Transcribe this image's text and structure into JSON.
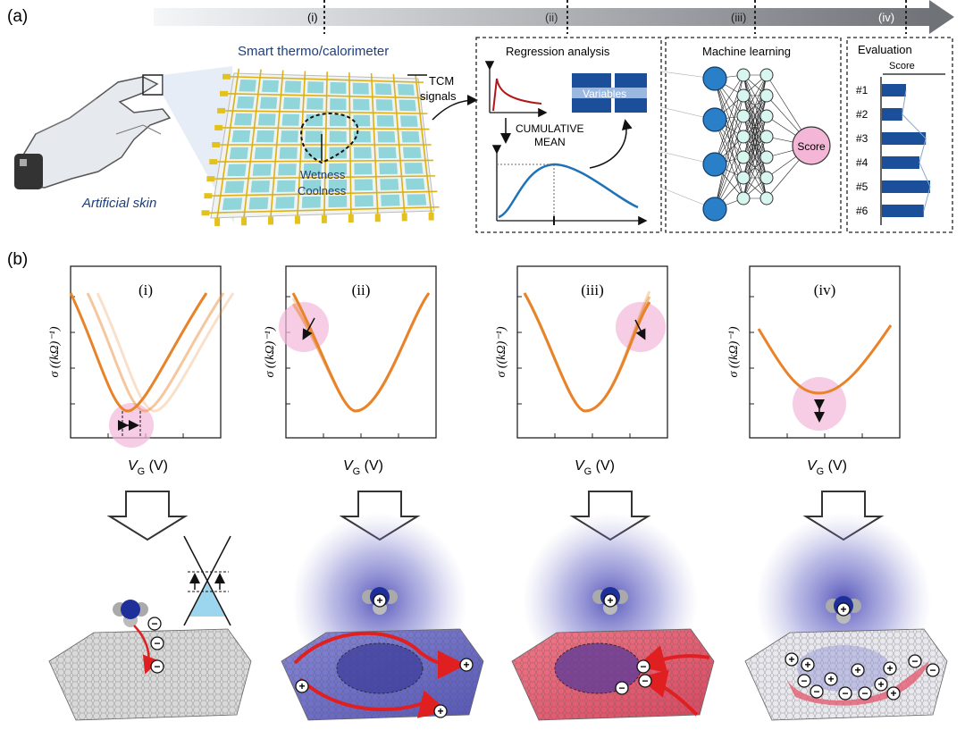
{
  "panel_a": {
    "label": "(a)",
    "stages": [
      "(i)",
      "(ii)",
      "(iii)",
      "(iv)"
    ],
    "artificial_skin": "Artificial skin",
    "smart_title": "Smart thermo/calorimeter",
    "tcm": [
      "TCM",
      "signals"
    ],
    "wetness": "Wetness",
    "coolness": "Coolness",
    "regression_title": "Regression analysis",
    "variables": "Variables",
    "cumulative": [
      "CUMULATIVE",
      "MEAN"
    ],
    "ml_title": "Machine learning",
    "score_node": "Score",
    "eval_title": "Evaluation",
    "eval_score": "Score",
    "eval_items": [
      {
        "label": "#1",
        "value": 0.45
      },
      {
        "label": "#2",
        "value": 0.38
      },
      {
        "label": "#3",
        "value": 0.82
      },
      {
        "label": "#4",
        "value": 0.7
      },
      {
        "label": "#5",
        "value": 0.9
      },
      {
        "label": "#6",
        "value": 0.78
      }
    ]
  },
  "panel_b": {
    "label": "(b)",
    "ylabel": "σ ((kΩ)⁻¹)",
    "xlabel_main": "V",
    "xlabel_sub": "G",
    "xlabel_unit": " (V)",
    "plots": [
      {
        "id": "i",
        "label": "(i)"
      },
      {
        "id": "ii",
        "label": "(ii)"
      },
      {
        "id": "iii",
        "label": "(iii)"
      },
      {
        "id": "iv",
        "label": "(iv)"
      }
    ],
    "plus": "+",
    "minus": "−"
  },
  "colors": {
    "curve": "#e8832a",
    "pink": "#f2b8d8",
    "navy": "#1a3f8a",
    "red_arrow": "#e02020",
    "blue_sheet": "#6f6fc8",
    "red_sheet": "#e3566a"
  }
}
